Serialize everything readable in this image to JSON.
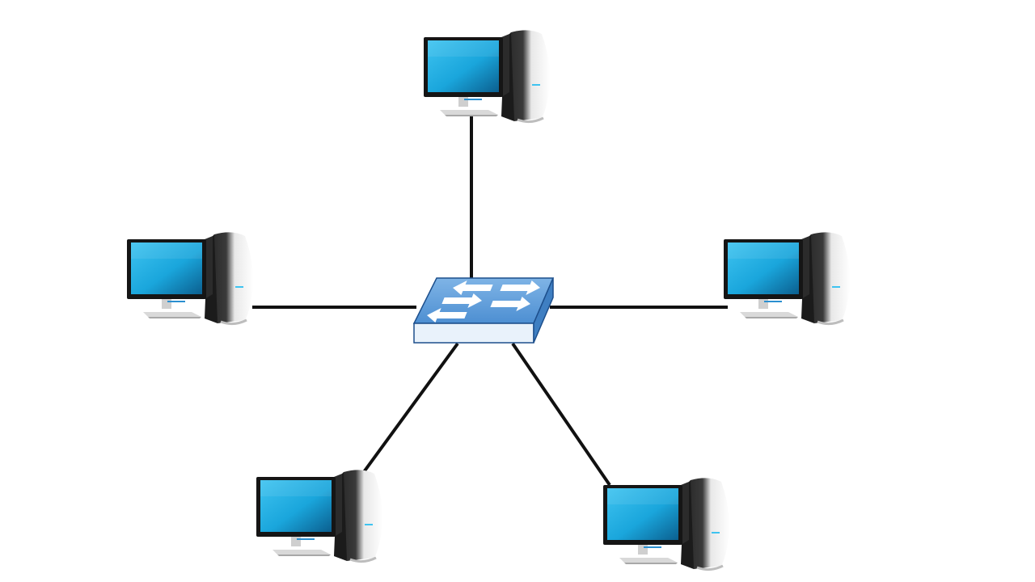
{
  "diagram": {
    "topology": "star",
    "hub": {
      "kind": "switch",
      "icon": "network-switch-icon"
    },
    "nodes": [
      {
        "id": "top",
        "kind": "computer",
        "icon": "desktop-computer-icon"
      },
      {
        "id": "left",
        "kind": "computer",
        "icon": "desktop-computer-icon"
      },
      {
        "id": "right",
        "kind": "computer",
        "icon": "desktop-computer-icon"
      },
      {
        "id": "bottom-left",
        "kind": "computer",
        "icon": "desktop-computer-icon"
      },
      {
        "id": "bottom-right",
        "kind": "computer",
        "icon": "desktop-computer-icon"
      }
    ],
    "links": [
      {
        "from": "hub",
        "to": "top"
      },
      {
        "from": "hub",
        "to": "left"
      },
      {
        "from": "hub",
        "to": "right"
      },
      {
        "from": "hub",
        "to": "bottom-left"
      },
      {
        "from": "hub",
        "to": "bottom-right"
      }
    ],
    "colors": {
      "background": "#ffffff",
      "link": "#111111",
      "screen": "#1aa6dc",
      "screen_dark": "#0b5f8f",
      "monitor_frame": "#151515",
      "tower_body": "#f2f2f2",
      "tower_shadow": "#bdbdbd",
      "switch_top": "#5a9ad8",
      "switch_side": "#e9f2fb",
      "switch_edge": "#1d4f8c",
      "arrow": "#ffffff"
    }
  }
}
